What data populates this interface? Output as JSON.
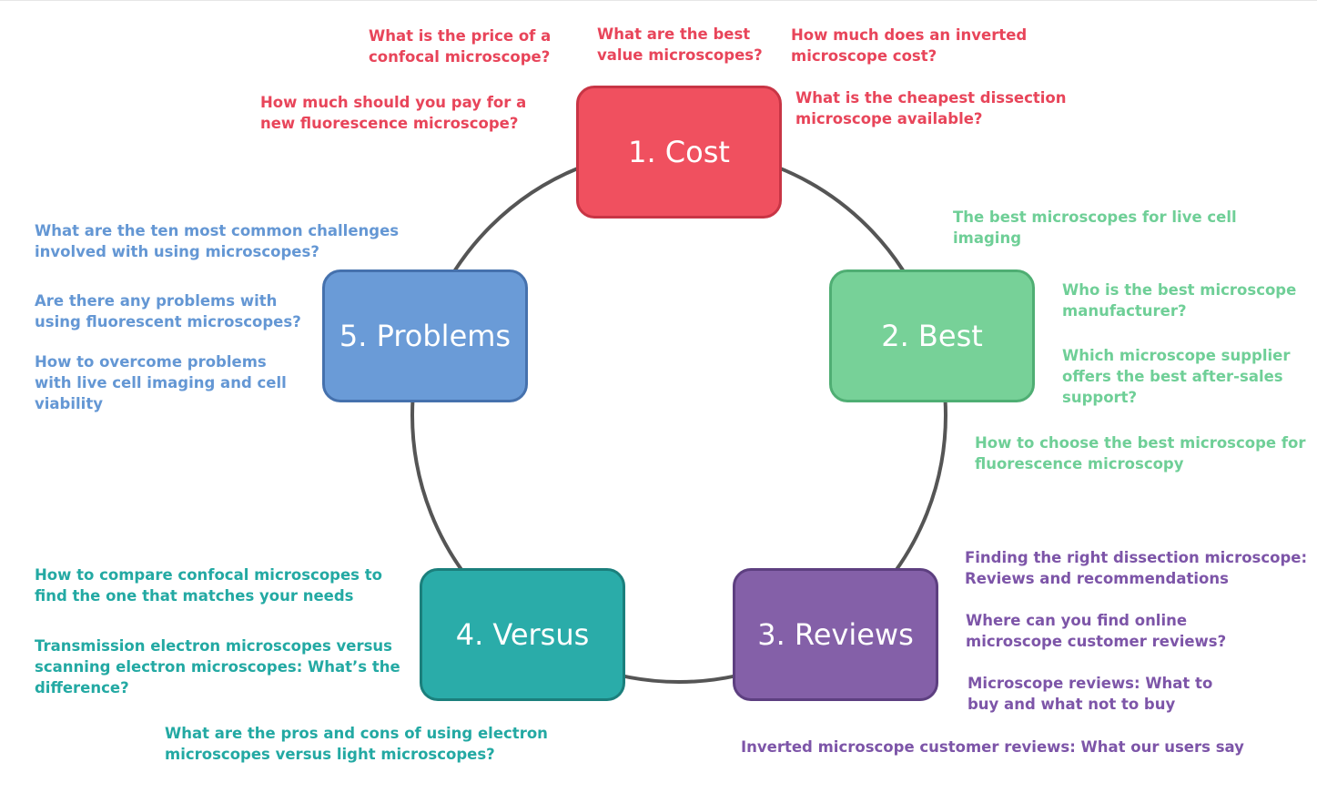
{
  "nodes": {
    "cost": {
      "label": "1. Cost",
      "color": "#f0505f",
      "border": "#c83545"
    },
    "best": {
      "label": "2. Best",
      "color": "#77d198",
      "border": "#4fae73"
    },
    "reviews": {
      "label": "3. Reviews",
      "color": "#8460a8",
      "border": "#5d3f80"
    },
    "versus": {
      "label": "4. Versus",
      "color": "#2aaca9",
      "border": "#1b7f7c"
    },
    "problems": {
      "label": "5. Problems",
      "color": "#6a9bd7",
      "border": "#4571ad"
    }
  },
  "questions": {
    "cost": [
      "What is the price of a\nconfocal microscope?",
      "What are the best\nvalue microscopes?",
      "How much does an inverted\nmicroscope cost?",
      "How much should you pay for a\nnew fluorescence microscope?",
      "What is the cheapest dissection\nmicroscope available?"
    ],
    "best": [
      "The best microscopes for live cell\nimaging",
      "Who is the best microscope\nmanufacturer?",
      "Which microscope supplier\noffers the best after-sales\nsupport?",
      "How to choose the best microscope for\nfluorescence microscopy"
    ],
    "reviews": [
      "Finding the right dissection microscope:\nReviews and recommendations",
      "Where can you find online\nmicroscope customer reviews?",
      "Microscope reviews: What to\nbuy and what not to buy",
      "Inverted microscope customer reviews: What our users say"
    ],
    "versus": [
      "How to compare confocal microscopes to\nfind the one that matches your needs",
      "Transmission electron microscopes versus\nscanning electron microscopes: What’s the\ndifference?",
      "What are the pros and cons of using electron\nmicroscopes versus light microscopes?"
    ],
    "problems": [
      "What are the ten most common challenges\ninvolved with using microscopes?",
      "Are there any problems with\nusing fluorescent microscopes?",
      "How to overcome problems\nwith live cell imaging and cell\nviability"
    ]
  },
  "colors": {
    "cost": "#e8455a",
    "best": "#6fcf97",
    "reviews": "#7d55a8",
    "versus": "#23a9a3",
    "problems": "#6497d4",
    "circle": "#555555"
  }
}
